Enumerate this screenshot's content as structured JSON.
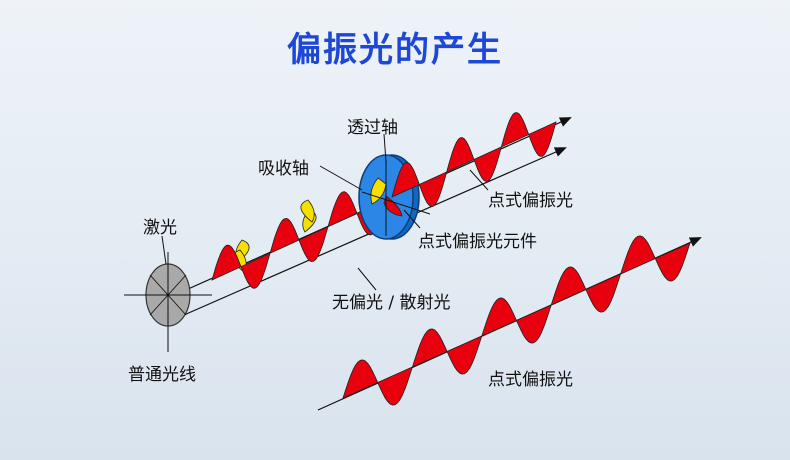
{
  "title": "偏振光的产生",
  "labels": {
    "laser": "激光",
    "ordinary_light": "普通光线",
    "absorption_axis": "吸收轴",
    "transmission_axis": "透过轴",
    "point_polarized_1": "点式偏振光",
    "polarizer_element": "点式偏振光元件",
    "unpolarized_scattered": "无偏光 / 散射光",
    "point_polarized_2": "点式偏振光"
  },
  "colors": {
    "title": "#1f47d6",
    "wave": "#e8000f",
    "absorbed_wave": "#f5e000",
    "polarizer": "#1e73d8",
    "source": "#a9a9a9"
  }
}
